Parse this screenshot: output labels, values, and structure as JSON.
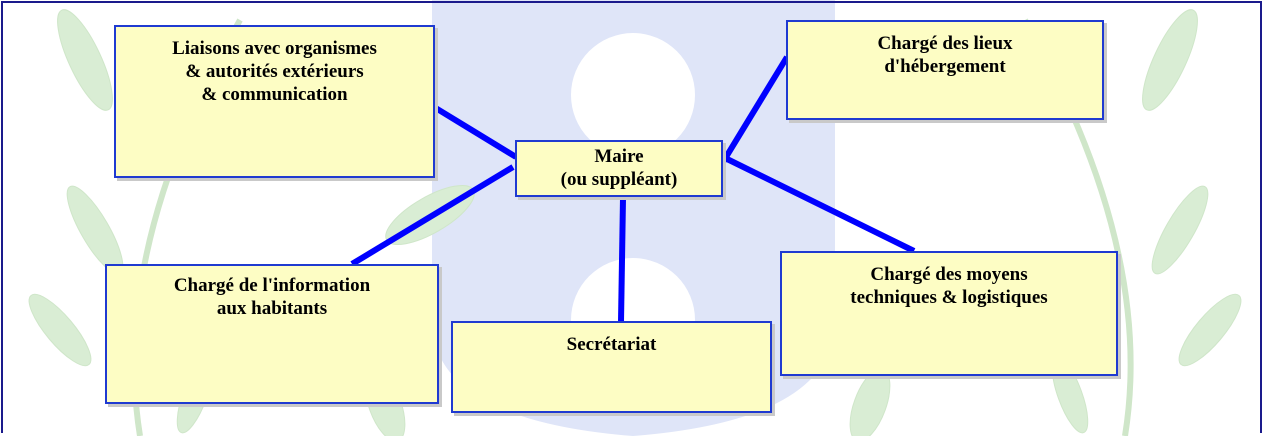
{
  "diagram": {
    "center": {
      "label": "Maire\n(ou suppléant)"
    },
    "nodes": [
      {
        "id": "liaisons",
        "label": "Liaisons avec organismes\n& autorités extérieurs\n& communication"
      },
      {
        "id": "hebergement",
        "label": "Chargé des lieux\nd'hébergement"
      },
      {
        "id": "information",
        "label": "Chargé de l'information\naux habitants"
      },
      {
        "id": "secretariat",
        "label": "Secrétariat"
      },
      {
        "id": "moyens",
        "label": "Chargé des moyens\ntechniques & logistiques"
      }
    ],
    "colors": {
      "box_fill": "#fdfdc4",
      "box_border": "#1f3ad1",
      "connector": "#0000ff",
      "frame": "#1a1a8c",
      "watermark_blue": "#c9d3f2",
      "watermark_green": "#c7e6c2"
    }
  }
}
